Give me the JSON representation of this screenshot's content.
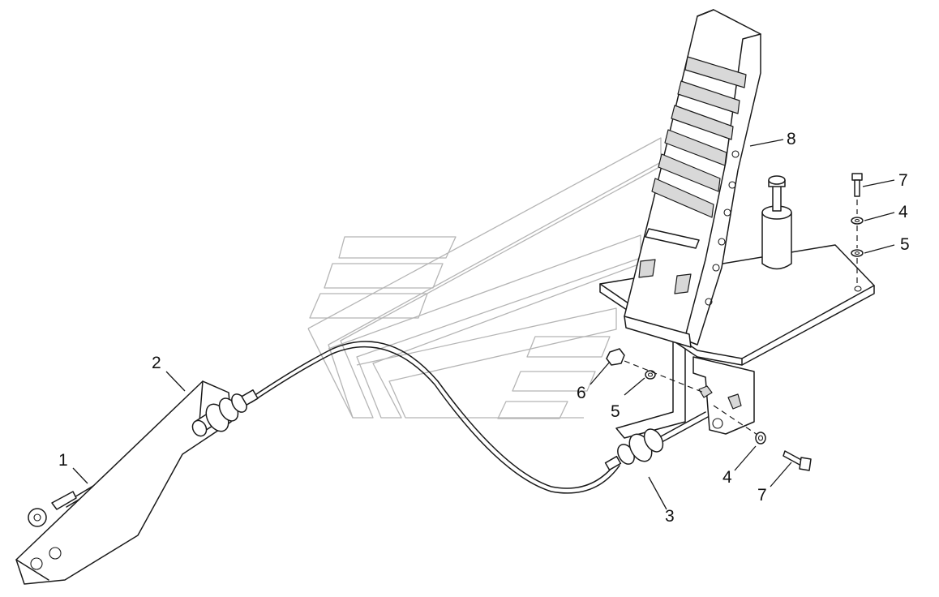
{
  "callouts": [
    {
      "id": "c1",
      "label": "1"
    },
    {
      "id": "c2",
      "label": "2"
    },
    {
      "id": "c3",
      "label": "3"
    },
    {
      "id": "c4a",
      "label": "4"
    },
    {
      "id": "c4b",
      "label": "4"
    },
    {
      "id": "c5a",
      "label": "5"
    },
    {
      "id": "c5b",
      "label": "5"
    },
    {
      "id": "c6",
      "label": "6"
    },
    {
      "id": "c7a",
      "label": "7"
    },
    {
      "id": "c7b",
      "label": "7"
    },
    {
      "id": "c8",
      "label": "8"
    }
  ],
  "colors": {
    "line": "#1a1a1a",
    "watermark": "#b5b5b5",
    "shade": "#d8d8d8",
    "background": "#ffffff"
  }
}
